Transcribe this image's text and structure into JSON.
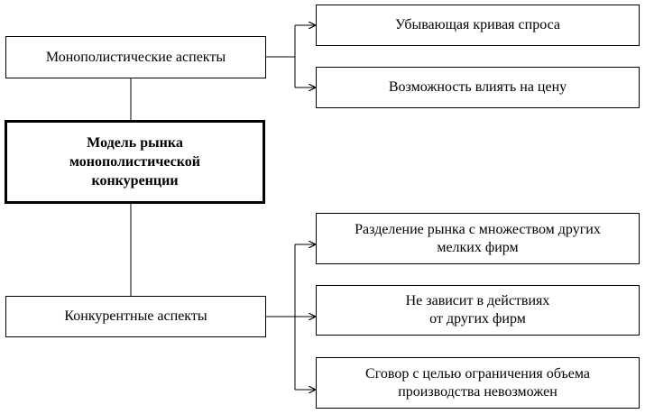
{
  "monopolistic": {
    "label": "Монополистические аспекты",
    "items": [
      "Убывающая кривая спроса",
      "Возможность влиять на цену"
    ]
  },
  "center": {
    "label_lines": [
      "Модель рынка",
      "монополистической",
      "конкуренции"
    ]
  },
  "competitive": {
    "label": "Конкурентные аспекты",
    "items": [
      [
        "Разделение рынка с множеством других",
        "мелких фирм"
      ],
      [
        "Не зависит в действиях",
        "от других фирм"
      ],
      [
        "Сговор с целью ограничения объема",
        "производства невозможен"
      ]
    ]
  }
}
